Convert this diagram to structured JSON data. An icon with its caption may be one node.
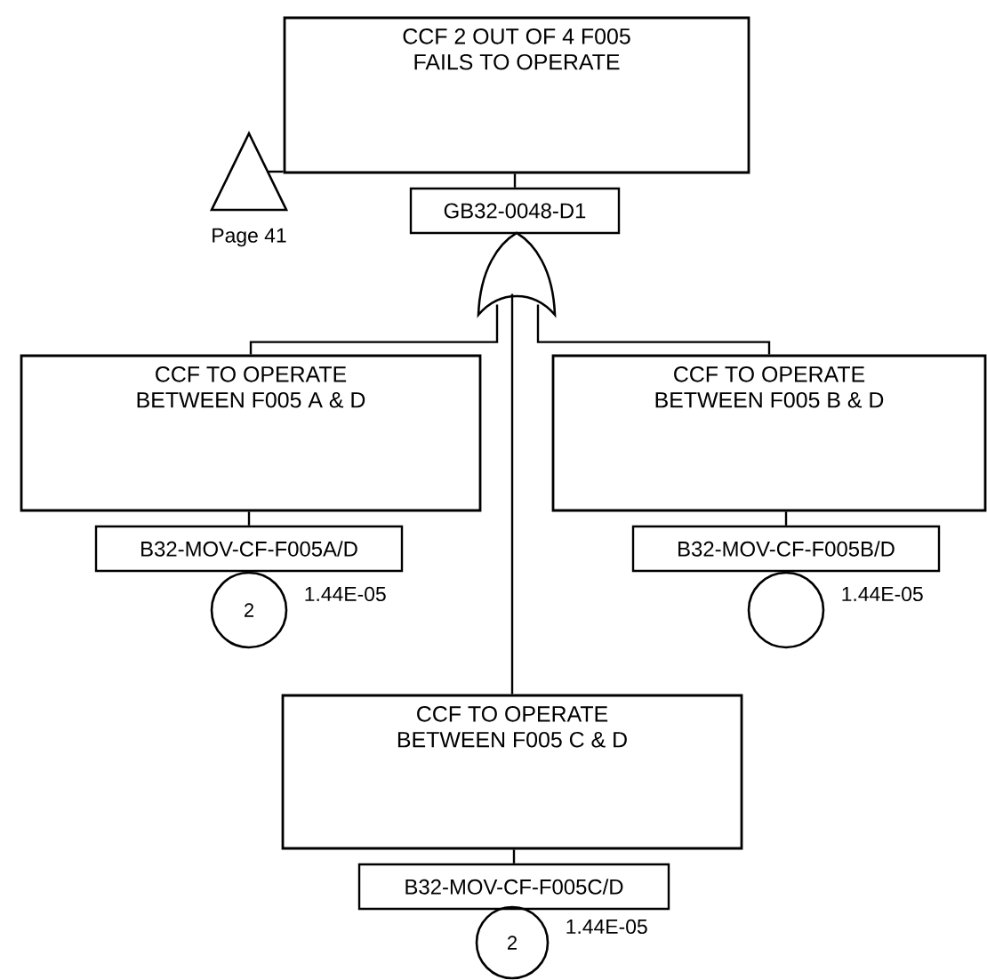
{
  "diagram": {
    "nodes": [
      {
        "text": [
          "CCF 2 OUT OF 4 F005 FAILS TO OPERATE"
        ]
      },
      {
        "text": [
          "GB32-0048-D1"
        ]
      },
      {
        "text": [],
        "shape": "triangle",
        "beside": [
          "Page 41"
        ]
      },
      {
        "text": [],
        "shape": "gate"
      },
      {
        "text": [
          "CCF TO OPERATE BETWEEN F005 A & D"
        ]
      },
      {
        "text": [
          "CCF TO OPERATE BETWEEN F005 B & D"
        ]
      },
      {
        "text": [
          "B32-MOV-CF-F005A/D"
        ]
      },
      {
        "text": [
          "2"
        ],
        "beside": [
          "1.44E-05"
        ]
      },
      {
        "text": [
          "B32-MOV-CF-F005B/D"
        ]
      },
      {
        "text": [],
        "shape": "circle",
        "beside": [
          "1.44E-05"
        ]
      },
      {
        "text": [
          "CCF TO OPERATE BETWEEN F005 C & D"
        ]
      },
      {
        "text": [
          "B32-MOV-CF-F005C/D"
        ]
      },
      {
        "text": [
          "2"
        ],
        "beside": [
          "1.44E-05"
        ]
      }
    ],
    "edges": [
      {
        "from": 2,
        "to": 0,
        "arrow": "none"
      },
      {
        "from": 0,
        "to": 1,
        "arrow": "none"
      },
      {
        "from": 3,
        "to": 4,
        "arrow": "none"
      },
      {
        "from": 3,
        "to": 5,
        "arrow": "none"
      },
      {
        "from": 3,
        "to": 10,
        "arrow": "none"
      },
      {
        "from": 4,
        "to": 6,
        "arrow": "none"
      },
      {
        "from": 5,
        "to": 8,
        "arrow": "none"
      },
      {
        "from": 10,
        "to": 11,
        "arrow": "none"
      }
    ]
  }
}
